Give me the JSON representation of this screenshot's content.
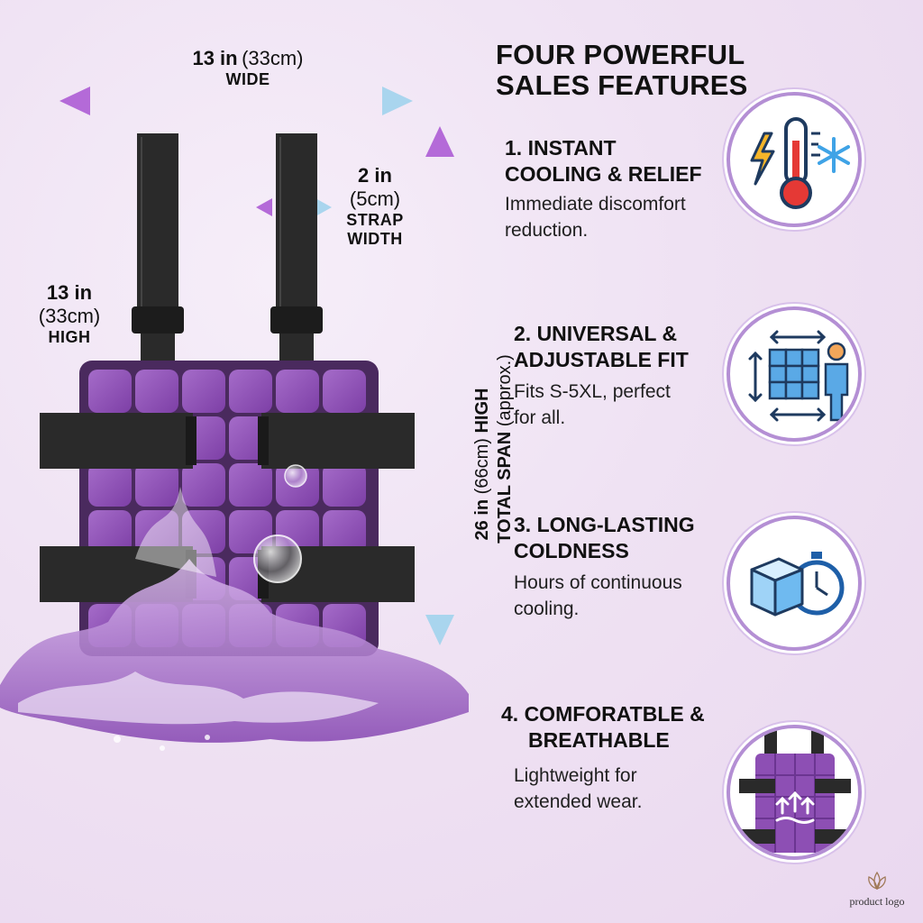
{
  "dimensions": {
    "width": {
      "value": "13 in",
      "unit": "(33cm)",
      "label": "WIDE"
    },
    "strap": {
      "value": "2 in",
      "unit": "(5cm)",
      "label_1": "STRAP",
      "label_2": "WIDTH"
    },
    "height": {
      "value": "13 in",
      "unit": "(33cm)",
      "label": "HIGH"
    },
    "total_span": {
      "value": "26 in",
      "unit": "(66cm)",
      "word_high": "HIGH",
      "word_total": "TOTAL SPAN",
      "approx": "(approx.)"
    }
  },
  "heading": {
    "line_1": "FOUR POWERFUL",
    "line_2": "SALES FEATURES"
  },
  "features": [
    {
      "title_1": "1. INSTANT",
      "title_2": "COOLING & RELIEF",
      "desc_1": "Immediate discomfort",
      "desc_2": "reduction.",
      "icon": "thermometer-snowflake-icon"
    },
    {
      "title_1": "2. UNIVERSAL &",
      "title_2": "ADJUSTABLE FIT",
      "desc_1": "Fits S-5XL, perfect",
      "desc_2": "for all.",
      "icon": "adjustable-fit-icon"
    },
    {
      "title_1": "3. LONG-LASTING",
      "title_2": "COLDNESS",
      "desc_1": "Hours of continuous",
      "desc_2": "cooling.",
      "icon": "ice-cube-stopwatch-icon"
    },
    {
      "title_1": "4. COMFORATBLE &",
      "title_2": "BREATHABLE",
      "desc_1": "Lightweight for",
      "desc_2": "extended wear.",
      "icon": "breathable-pack-icon"
    }
  ],
  "logo": {
    "text": "product logo"
  },
  "colors": {
    "product_purple": "#8d4fb4",
    "strap_black": "#2a2a2a",
    "arrow_purple": "#b46ad8",
    "arrow_blue": "#a9d5ee"
  }
}
